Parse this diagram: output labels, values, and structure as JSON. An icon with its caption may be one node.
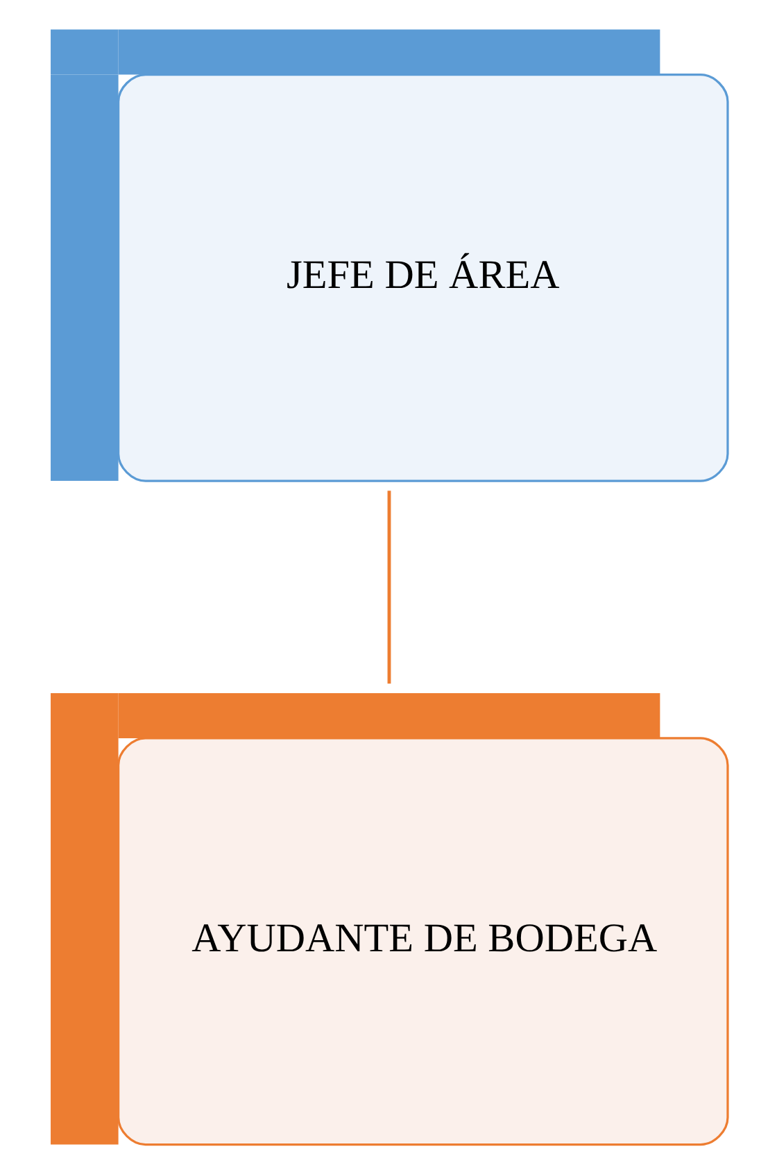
{
  "diagram": {
    "nodes": [
      {
        "text": [
          "JEFE DE ÁREA"
        ]
      },
      {
        "text": [
          "AYUDANTE DE BODEGA"
        ]
      }
    ],
    "edges": [
      {
        "from": 0,
        "to": 1,
        "arrow": "none"
      }
    ]
  }
}
